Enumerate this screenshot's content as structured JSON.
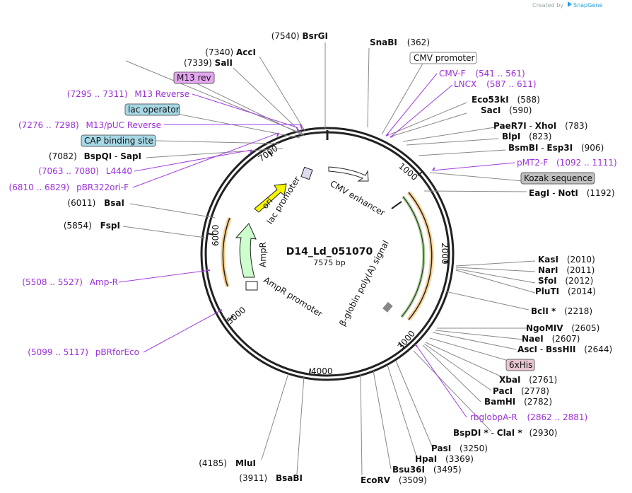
{
  "credit": {
    "prefix": "Created by",
    "brand": "SnapGene"
  },
  "plasmid": {
    "name": "D14_Ld_051070",
    "length_text": "7575 bp"
  },
  "ticks": [
    "1000",
    "2000",
    "3000",
    "4000",
    "5000",
    "6000",
    "7000"
  ],
  "features_on_map": {
    "cmv_enhancer": "CMV enhancer",
    "lac_promoter": "lac promoter",
    "ori": "ori",
    "ampr": "AmpR",
    "ampr_promoter": "AmpR promoter",
    "bglobin": "β-globin poly(A) signal"
  },
  "enzymes": [
    {
      "name": "BsrGI",
      "pos": "(7540)"
    },
    {
      "name": "SnaBI",
      "pos": "(362)"
    },
    {
      "name": "AccI",
      "pos": "(7340)"
    },
    {
      "name": "SalI",
      "pos": "(7339)"
    },
    {
      "name": "Eco53kI",
      "pos": "(588)"
    },
    {
      "name": "SacI",
      "pos": "(590)"
    },
    {
      "name": "PaeR7I",
      "sep": "-",
      "name2": "XhoI",
      "pos": "(783)"
    },
    {
      "name": "BlpI",
      "pos": "(823)"
    },
    {
      "name": "BsmBI",
      "sep": "-",
      "name2": "Esp3I",
      "pos": "(906)"
    },
    {
      "name": "EagI",
      "sep": "-",
      "name2": "NotI",
      "pos": "(1192)"
    },
    {
      "name": "BspQI",
      "sep": "-",
      "name2": "SapI",
      "pos": "(7082)"
    },
    {
      "name": "BsaI",
      "pos": "(6011)"
    },
    {
      "name": "FspI",
      "pos": "(5854)"
    },
    {
      "name": "KasI",
      "pos": "(2010)"
    },
    {
      "name": "NarI",
      "pos": "(2011)"
    },
    {
      "name": "SfoI",
      "pos": "(2012)"
    },
    {
      "name": "PluTI",
      "pos": "(2014)"
    },
    {
      "name": "BclI *",
      "pos": "(2218)"
    },
    {
      "name": "NgoMIV",
      "pos": "(2605)"
    },
    {
      "name": "NaeI",
      "pos": "(2607)"
    },
    {
      "name": "AscI",
      "sep": "-",
      "name2": "BssHII",
      "pos": "(2644)"
    },
    {
      "name": "XbaI",
      "pos": "(2761)"
    },
    {
      "name": "PacI",
      "pos": "(2778)"
    },
    {
      "name": "BamHI",
      "pos": "(2782)"
    },
    {
      "name": "BspDI *",
      "sep": "-",
      "name2": "ClaI *",
      "pos": "(2930)"
    },
    {
      "name": "PasI",
      "pos": "(3250)"
    },
    {
      "name": "HpaI",
      "pos": "(3369)"
    },
    {
      "name": "Bsu36I",
      "pos": "(3495)"
    },
    {
      "name": "EcoRV",
      "pos": "(3509)"
    },
    {
      "name": "MluI",
      "pos": "(4185)"
    },
    {
      "name": "BsaBI",
      "pos": "(3911)"
    }
  ],
  "primers": [
    {
      "name": "CMV-F",
      "range": "(541 .. 561)"
    },
    {
      "name": "LNCX",
      "range": "(587 .. 611)"
    },
    {
      "name": "pMT2-F",
      "range": "(1092 .. 1111)"
    },
    {
      "name": "M13 Reverse",
      "range": "(7295 .. 7311)"
    },
    {
      "name": "M13/pUC Reverse",
      "range": "(7276 .. 7298)"
    },
    {
      "name": "L4440",
      "range": "(7063 .. 7080)"
    },
    {
      "name": "pBR322ori-F",
      "range": "(6810 .. 6829)"
    },
    {
      "name": "Amp-R",
      "range": "(5508 .. 5527)"
    },
    {
      "name": "pBRforEco",
      "range": "(5099 .. 5117)"
    },
    {
      "name": "rbglobpA-R",
      "range": "(2862 .. 2881)"
    }
  ],
  "boxed_features": {
    "cmv_promoter": "CMV promoter",
    "kozak": "Kozak sequence",
    "m13_rev": "M13 rev",
    "lac_operator": "lac operator",
    "cap_site": "CAP binding site",
    "his": "6xHis"
  },
  "colors": {
    "backbone": "#222222",
    "primer": "#9b30d9",
    "ori_fill": "#f5f500",
    "ampr_fill": "#ccffcc",
    "orf_orange": "#f0a020",
    "orf_green": "#4a9a20",
    "lac_op_fill": "#a6d8e6",
    "kozak_fill": "#c0c0c0",
    "m13_fill": "#e5a6f0",
    "his_fill": "#e8c6d0"
  }
}
